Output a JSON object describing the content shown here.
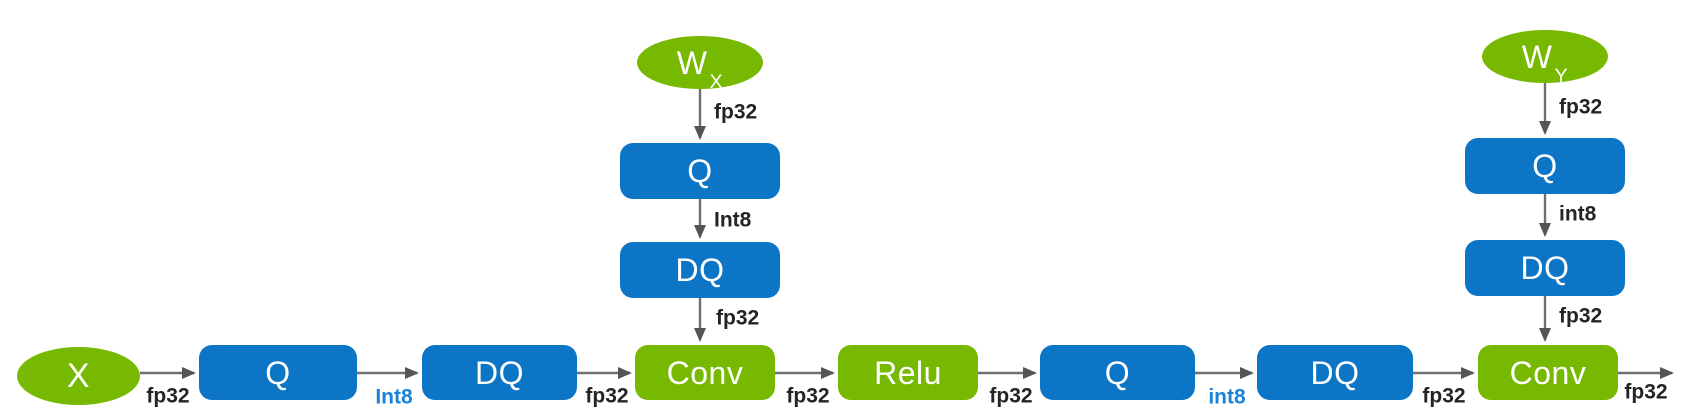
{
  "diagram": {
    "description": "Quantize / Dequantize (Q-DQ) convolution graph",
    "colors": {
      "node_green": "#76b900",
      "node_blue": "#0d75c6",
      "arrow_gray": "#707070",
      "arrowhead_gray": "#555555",
      "edge_label_dark": "#242424",
      "edge_label_blue": "#1b82d8",
      "background": "#ffffff"
    },
    "nodes": {
      "input_x": {
        "label": "X"
      },
      "weight_x": {
        "base": "W",
        "sub": "X"
      },
      "weight_y": {
        "base": "W",
        "sub": "Y"
      },
      "wx_q": {
        "label": "Q"
      },
      "wx_dq": {
        "label": "DQ"
      },
      "wy_q": {
        "label": "Q"
      },
      "wy_dq": {
        "label": "DQ"
      },
      "q1": {
        "label": "Q"
      },
      "dq1": {
        "label": "DQ"
      },
      "conv1": {
        "label": "Conv"
      },
      "relu": {
        "label": "Relu"
      },
      "q2": {
        "label": "Q"
      },
      "dq2": {
        "label": "DQ"
      },
      "conv2": {
        "label": "Conv"
      }
    },
    "edge_labels": {
      "x_to_q1": "fp32",
      "q1_to_dq1": "Int8",
      "dq1_to_conv1": "fp32",
      "conv1_to_relu": "fp32",
      "relu_to_q2": "fp32",
      "q2_to_dq2": "int8",
      "dq2_to_conv2": "fp32",
      "conv2_out": "fp32",
      "wx_to_q": "fp32",
      "wxq_to_dq": "Int8",
      "wxdq_to_conv1": "fp32",
      "wy_to_q": "fp32",
      "wyq_to_dq": "int8",
      "wydq_to_conv2": "fp32"
    }
  }
}
